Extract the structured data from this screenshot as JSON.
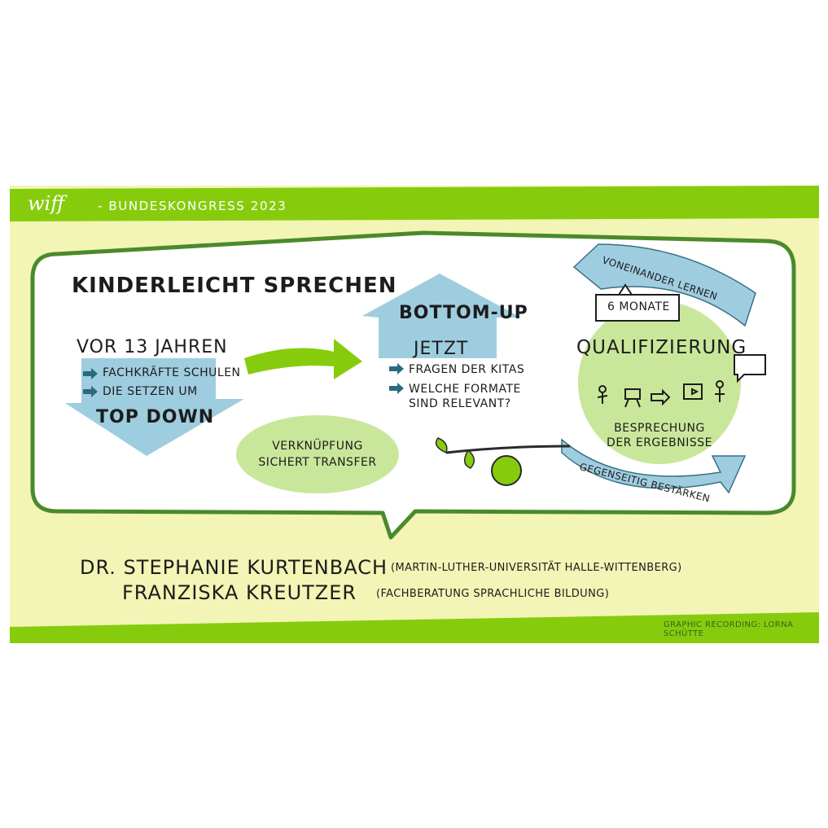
{
  "header": {
    "brand": "wiff",
    "title": "- BUNDESKONGRESS 2023"
  },
  "main": {
    "title": "KINDERLEICHT SPRECHEN",
    "left": {
      "heading": "VOR 13 JAHREN",
      "items": [
        "FACHKRÄFTE SCHULEN",
        "DIE SETZEN UM"
      ],
      "arrow_label": "TOP DOWN"
    },
    "bubble": {
      "line1": "VERKNÜPFUNG",
      "line2": "SICHERT TRANSFER"
    },
    "middle": {
      "arrow_label": "BOTTOM-UP",
      "heading": "JETZT",
      "items": [
        "FRAGEN DER KITAS",
        "WELCHE FORMATE",
        "SIND RELEVANT?"
      ]
    },
    "right": {
      "top_arrow": "VONEINANDER LERNEN",
      "badge": "6 MONATE",
      "heading": "QUALIFIZIERUNG",
      "note_line1": "BESPRECHUNG",
      "note_line2": "DER ERGEBNISSE",
      "bottom_arrow": "GEGENSEITIG BESTÄRKEN"
    }
  },
  "speakers": [
    {
      "name": "DR. STEPHANIE KURTENBACH",
      "affiliation": "(MARTIN-LUTHER-UNIVERSITÄT HALLE-WITTENBERG)"
    },
    {
      "name": "FRANZISKA KREUTZER",
      "affiliation": "(FACHBERATUNG SPRACHLICHE BILDUNG)"
    }
  ],
  "credit": "GRAPHIC RECORDING: LORNA SCHÜTTE",
  "colors": {
    "green": "#86cc0d",
    "light_green": "#f2f5b5",
    "pale_green": "#c9e79a",
    "blue": "#9fcde0",
    "dark_blue": "#2b6b80",
    "outline": "#4a8a2a"
  }
}
